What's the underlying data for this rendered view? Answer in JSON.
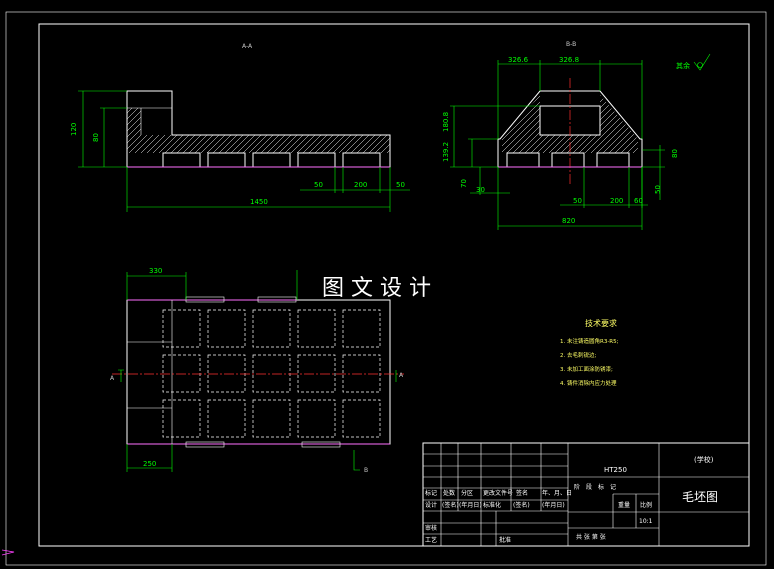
{
  "drawing": {
    "watermark": "图 文 设 计",
    "roughness": "其余",
    "views": {
      "section_a": "A-A",
      "section_b": "B-B",
      "cut_letter_a": "A",
      "cut_letter_b": "B"
    },
    "dims_aa": {
      "h120": "120",
      "h80": "80",
      "w50a": "50",
      "w200": "200",
      "w50b": "50",
      "w1450": "1450"
    },
    "dims_bb": {
      "w326a": "326.6",
      "w326b": "326.8",
      "h180": "180.8",
      "h139": "139.2",
      "h70": "70",
      "h80": "80",
      "w30": "30",
      "w50a": "50",
      "w200": "200",
      "w60": "60",
      "w50b": "50",
      "w820": "820"
    },
    "dims_plan": {
      "w330": "330",
      "w250": "250"
    },
    "requirements": {
      "title": "技术要求",
      "items": [
        "1. 未注铸造圆角R3-R5;",
        "2. 去毛刺锐边;",
        "3. 未加工面涂防锈漆;",
        "4. 铸件消除内应力处理"
      ]
    },
    "title_block": {
      "material": "HT250",
      "school": "(学校)",
      "drawing_name": "毛坯图",
      "scale_value": "10:1",
      "weight_label": "重量",
      "scale_label": "比例",
      "sheet_text": "共  张  第  张",
      "rev": [
        "标记",
        "处数",
        "分区",
        "更改文件号",
        "签名",
        "年、月、日"
      ],
      "design": [
        "设计",
        "(签名)",
        "(年月日)",
        "标准化",
        "(签名)",
        "(年月日)"
      ],
      "review": "审核",
      "process": "工艺",
      "approve": "批准",
      "stage": [
        "阶",
        "段",
        "标",
        "记"
      ]
    }
  }
}
